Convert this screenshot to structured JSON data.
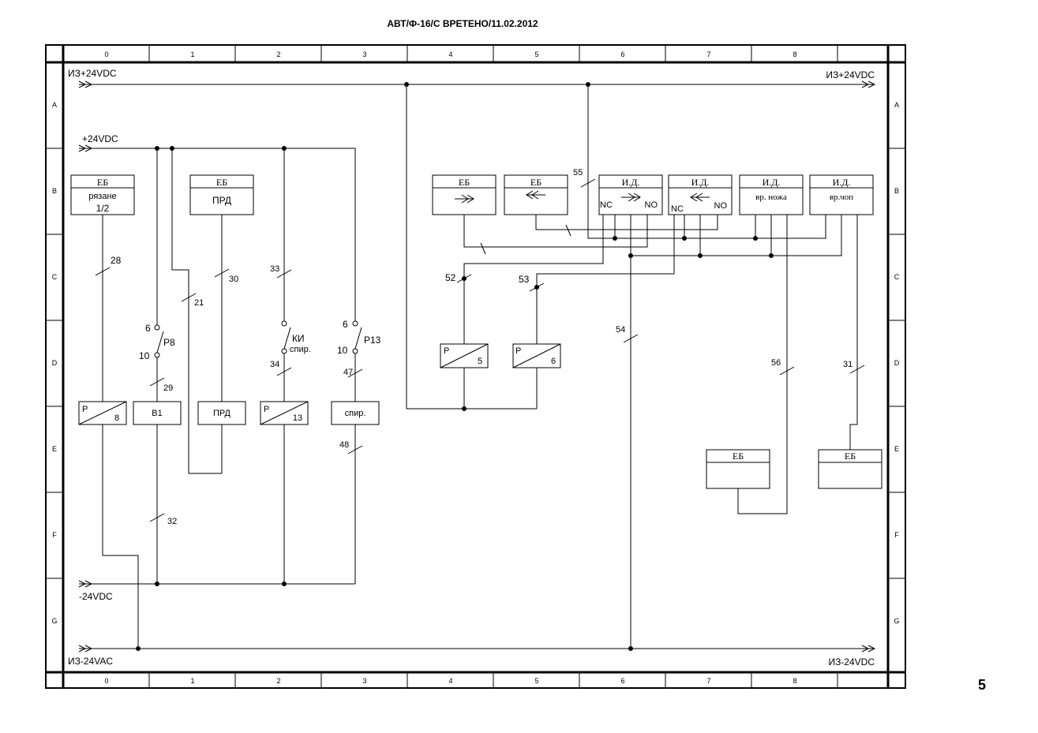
{
  "header": {
    "title": "АВТ/Ф-16/С ВРЕТЕНО/11.02.2012",
    "page_number": "5"
  },
  "columns": [
    "0",
    "1",
    "2",
    "3",
    "4",
    "5",
    "6",
    "7",
    "8"
  ],
  "rows": [
    "A",
    "B",
    "C",
    "D",
    "E",
    "F",
    "G"
  ],
  "rails": {
    "iz_plus_left": "ИЗ+24VDC",
    "iz_plus_right": "ИЗ+24VDC",
    "plus24": "+24VDC",
    "minus24": "-24VDC",
    "iz_minus_left": "ИЗ-24VAC",
    "iz_minus_right": "ИЗ-24VDC"
  },
  "blocks": {
    "eb_ryazane": {
      "head": "ЕБ",
      "line1": "рязане",
      "line2": "1/2"
    },
    "eb_prd": {
      "head": "ЕБ",
      "body": "ПРД"
    },
    "eb_fwd": {
      "head": "ЕБ"
    },
    "eb_back": {
      "head": "ЕБ"
    },
    "id_fwd": {
      "head": "И.Д.",
      "nc": "NC",
      "no": "NO"
    },
    "id_back": {
      "head": "И.Д.",
      "nc": "NC",
      "no": "NO"
    },
    "id_knife": {
      "head": "И.Д.",
      "body": "вр. ножа"
    },
    "id_chop": {
      "head": "И.Д.",
      "body": "вр.чоп"
    },
    "eb_bottom1": {
      "head": "ЕБ"
    },
    "eb_bottom2": {
      "head": "ЕБ"
    }
  },
  "relays": {
    "r8": {
      "p": "P",
      "n": "8"
    },
    "r13": {
      "p": "P",
      "n": "13"
    },
    "r5": {
      "p": "P",
      "n": "5"
    },
    "r6": {
      "p": "P",
      "n": "6"
    }
  },
  "boxes": {
    "v1": "B1",
    "prd": "ПРД",
    "spir": "спир."
  },
  "contacts": {
    "p8": {
      "name": "P8",
      "top": "6",
      "bottom": "10"
    },
    "ki": {
      "name": "КИ",
      "sub": "спир."
    },
    "p13": {
      "name": "P13",
      "top": "6",
      "bottom": "10"
    }
  },
  "wires": {
    "w21": "21",
    "w28": "28",
    "w29": "29",
    "w30": "30",
    "w31": "31",
    "w32": "32",
    "w33": "33",
    "w34": "34",
    "w47": "47",
    "w48": "48",
    "w52": "52",
    "w53": "53",
    "w54": "54",
    "w55": "55",
    "w56": "56"
  }
}
